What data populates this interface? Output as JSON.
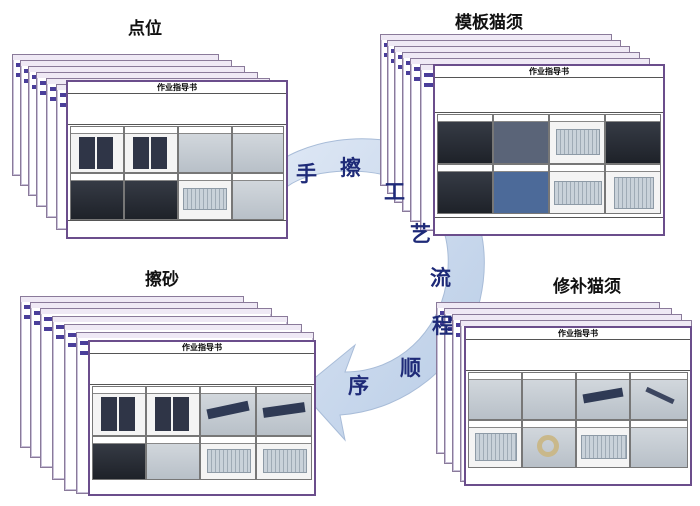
{
  "quadrants": [
    {
      "title": "点位",
      "doc_title": "作业指导书"
    },
    {
      "title": "模板猫须",
      "doc_title": "作业指导书"
    },
    {
      "title": "擦砂",
      "doc_title": "作业指导书"
    },
    {
      "title": "修补猫须",
      "doc_title": "作业指导书"
    }
  ],
  "arc_chars": [
    "手",
    "擦",
    "工",
    "艺",
    "流",
    "程",
    "顺",
    "序"
  ],
  "colors": {
    "arc_fill": "#c9d9ee",
    "doc_border": "#6b4e8c",
    "arc_text": "#1e2a78"
  }
}
